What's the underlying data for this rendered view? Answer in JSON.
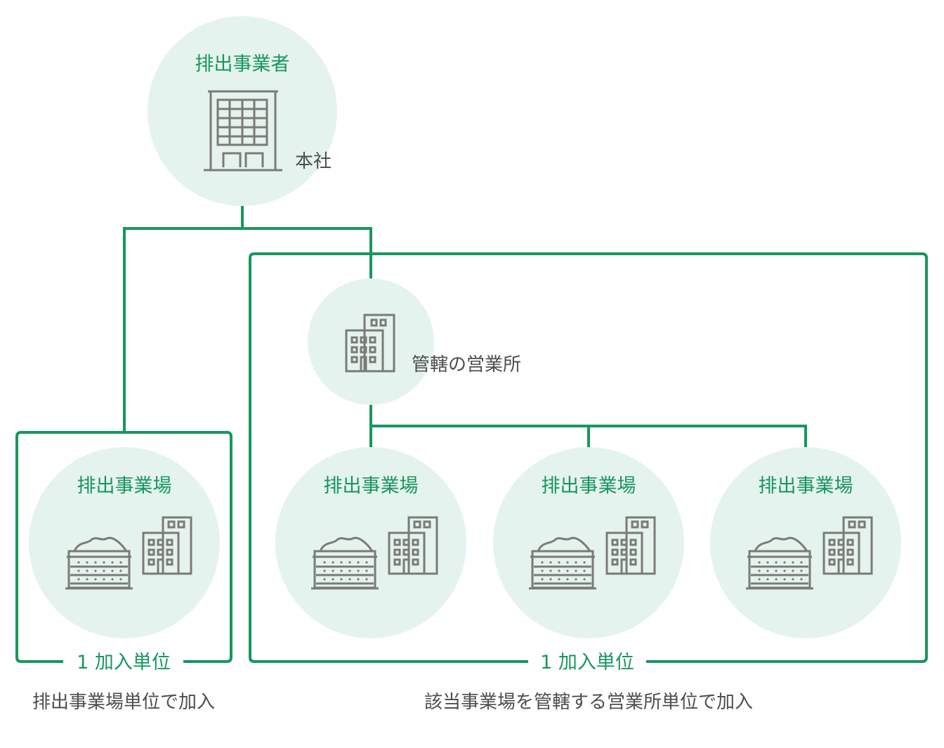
{
  "root": {
    "title": "排出事業者",
    "side_label": "本社"
  },
  "branch": {
    "label": "管轄の営業所"
  },
  "sites": [
    {
      "title": "排出事業場"
    },
    {
      "title": "排出事業場"
    },
    {
      "title": "排出事業場"
    },
    {
      "title": "排出事業場"
    }
  ],
  "units": {
    "left": "1 加入単位",
    "right": "1 加入単位"
  },
  "captions": {
    "left": "排出事業場単位で加入",
    "right": "該当事業場を管轄する営業所単位で加入"
  },
  "colors": {
    "accent": "#18965e",
    "bubble": "#e5f3ee",
    "icon": "#7b7b76",
    "text": "#4d4d4d"
  },
  "icons": [
    "headquarters-building-icon",
    "branch-office-building-icon",
    "waste-container-icon",
    "office-building-icon"
  ]
}
